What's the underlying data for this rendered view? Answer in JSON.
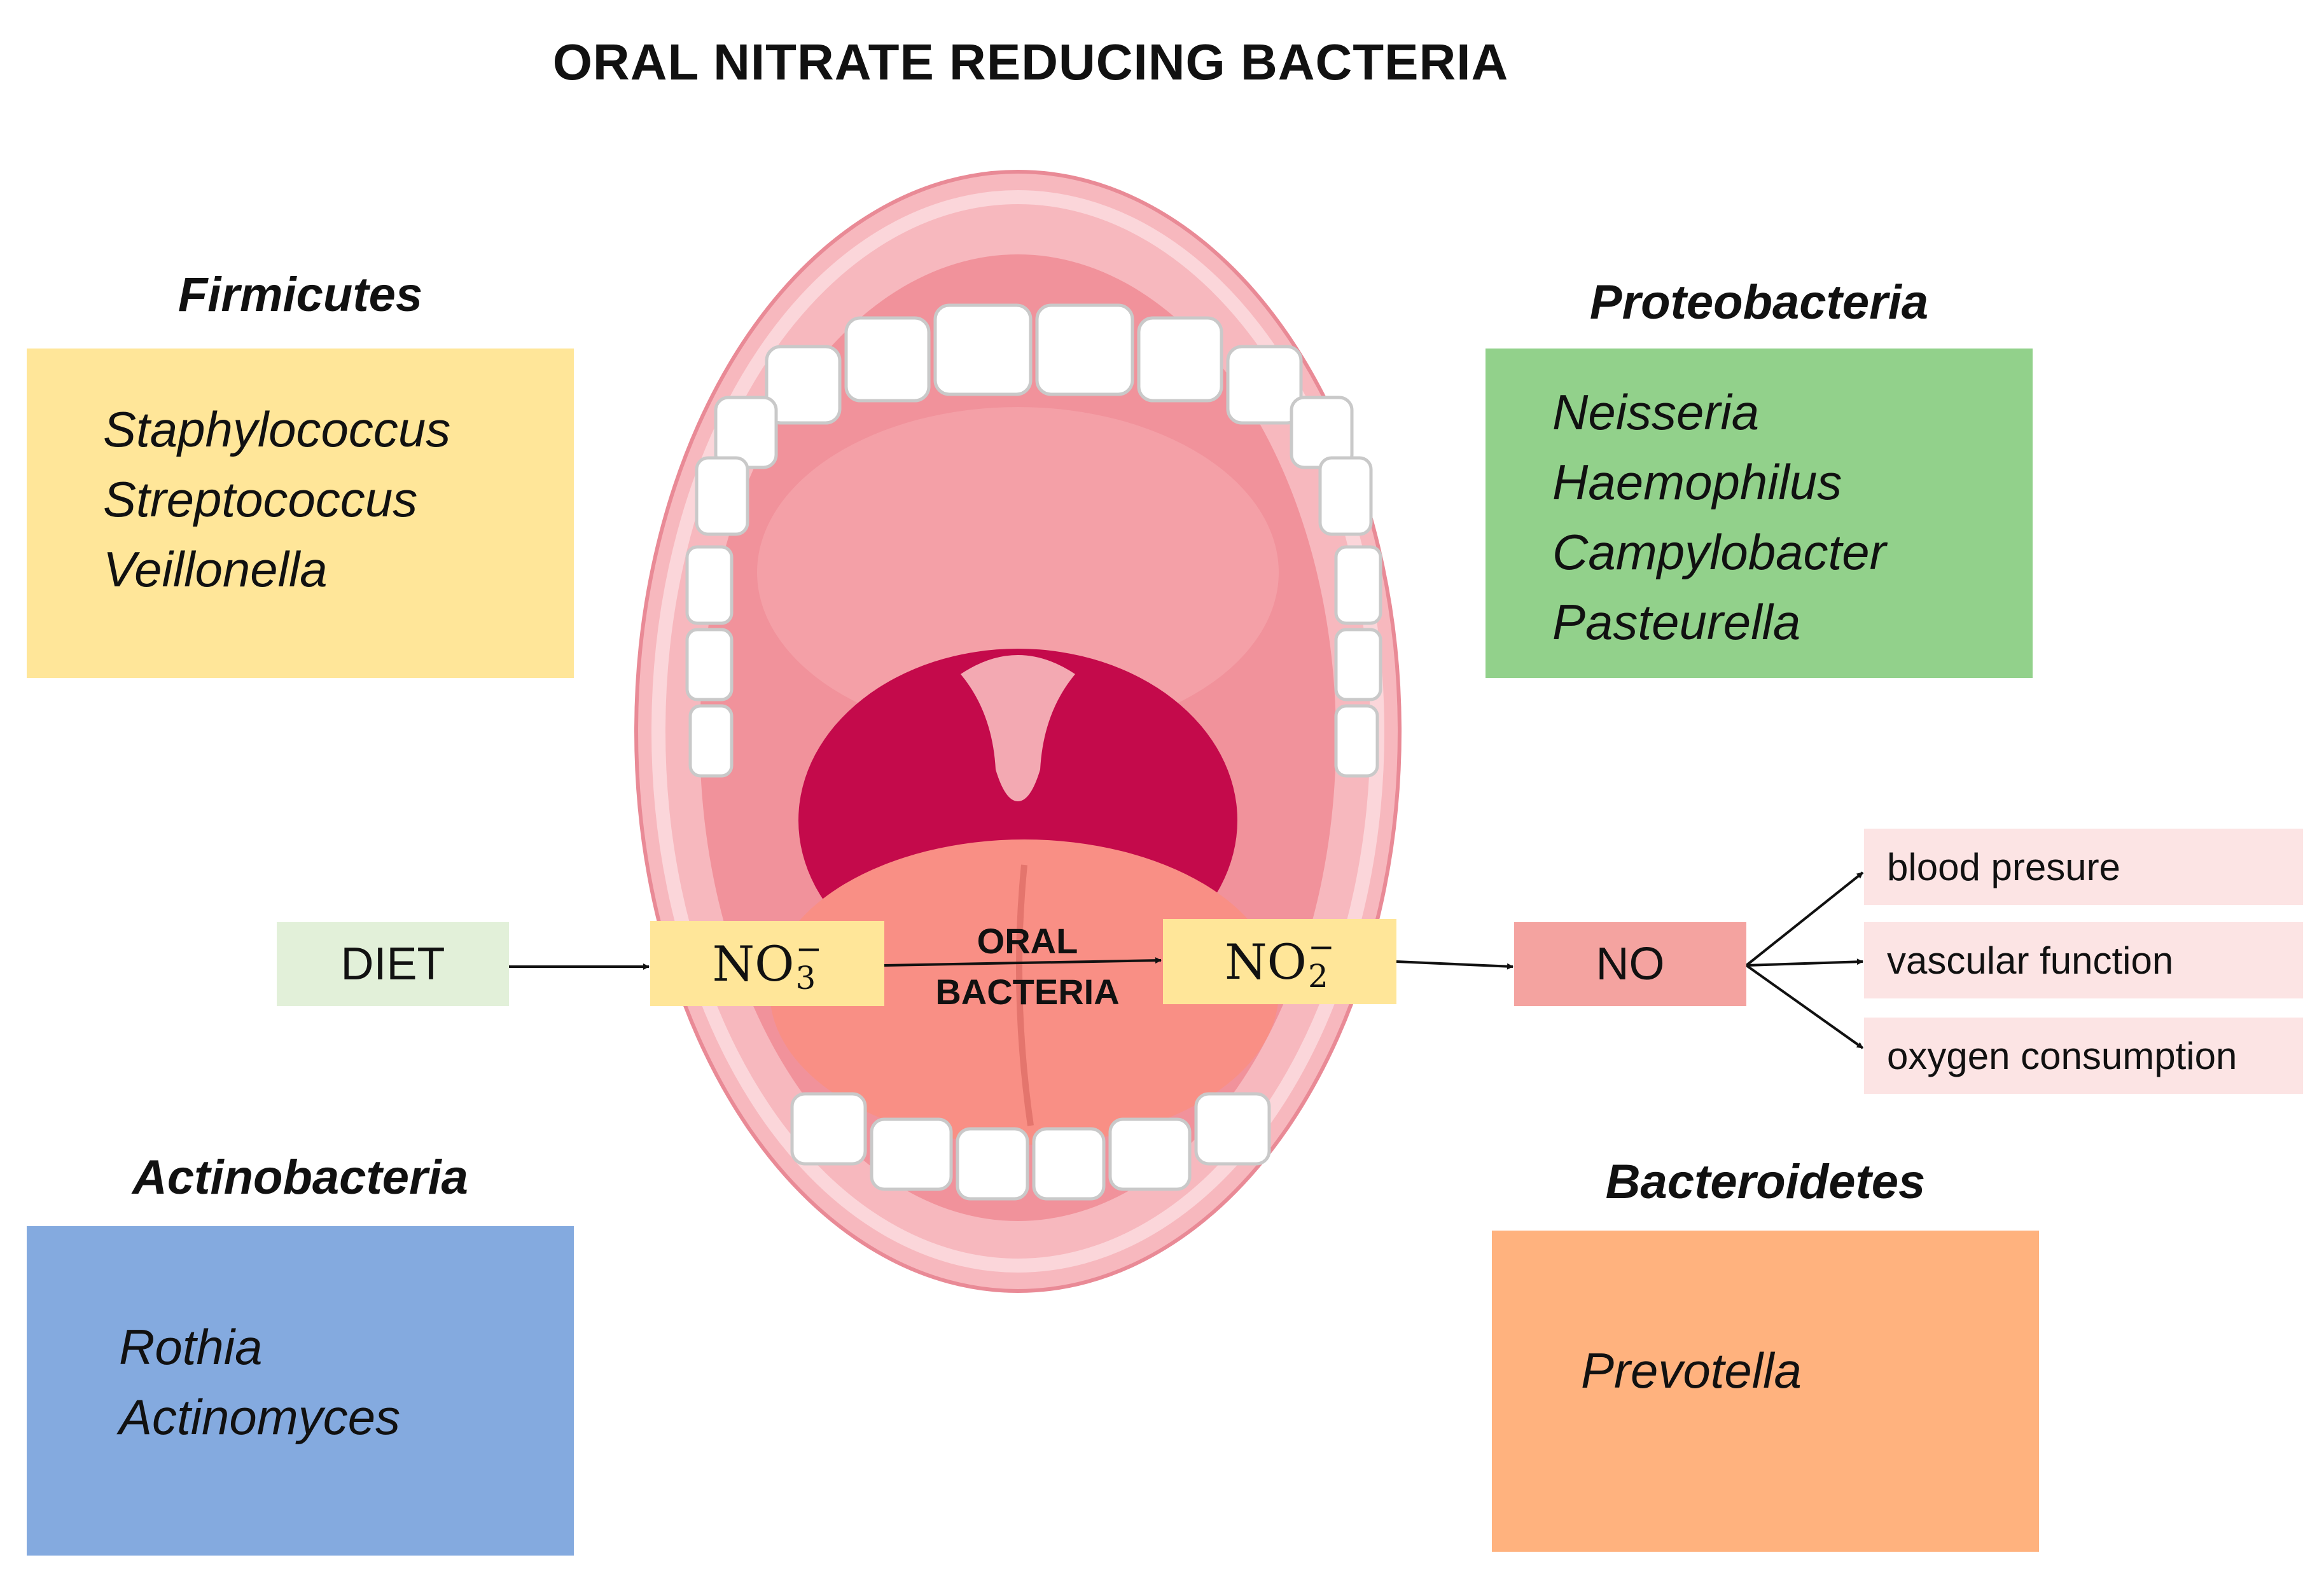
{
  "title": "ORAL NITRATE REDUCING BACTERIA",
  "phyla": {
    "firmicutes": {
      "name": "Firmicutes",
      "genera": [
        "Staphylococcus",
        "Streptococcus",
        "Veillonella"
      ],
      "color": "#FFE699"
    },
    "proteobacteria": {
      "name": "Proteobacteria",
      "genera": [
        "Neisseria",
        "Haemophilus",
        "Campylobacter",
        "Pasteurella"
      ],
      "color": "#92D18B"
    },
    "actinobacteria": {
      "name": "Actinobacteria",
      "genera": [
        "Rothia",
        "Actinomyces"
      ],
      "color": "#84AADF"
    },
    "bacteroidetes": {
      "name": "Bacteroidetes",
      "genera": [
        "Prevotella"
      ],
      "color": "#FFB27E"
    }
  },
  "flow": {
    "diet": {
      "label": "DIET",
      "color": "#E2F0D9"
    },
    "nitrate": {
      "base": "NO",
      "sub": "3",
      "sup": "−",
      "color": "#FFE699"
    },
    "oral_bacteria": [
      "ORAL",
      "BACTERIA"
    ],
    "nitrite": {
      "base": "NO",
      "sub": "2",
      "sup": "−",
      "color": "#FFE699"
    },
    "no": {
      "label": "NO",
      "color": "#F4A3A0"
    }
  },
  "effects": {
    "items": [
      "blood presure",
      "vascular function",
      "oxygen consumption"
    ],
    "color": "#FCE4E4"
  }
}
